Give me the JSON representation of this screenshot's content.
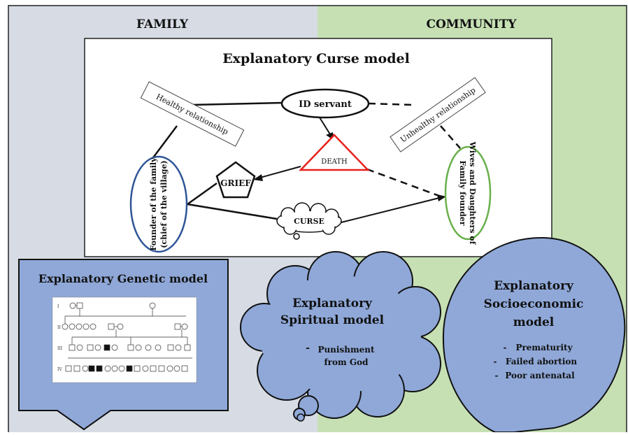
{
  "regions": {
    "family_label": "FAMILY",
    "community_label": "COMMUNITY"
  },
  "curse_model": {
    "title": "Explanatory Curse model",
    "nodes": {
      "id_servant": "ID servant",
      "death": "DEATH",
      "grief": "GRIEF",
      "curse": "CURSE",
      "founder_line1": "Founder of the family",
      "founder_line2": "(chief of the village)",
      "wives_line1": "Wives and Daughters of",
      "wives_line2": "Family founder"
    },
    "relationships": {
      "healthy": "Healthy relationship",
      "unhealthy": "Unhealthy relationship"
    }
  },
  "genetic_model": {
    "title": "Explanatory Genetic model",
    "generations": [
      "I",
      "II",
      "III",
      "IV"
    ]
  },
  "spiritual_model": {
    "title_line1": "Explanatory",
    "title_line2": "Spiritual model",
    "items": [
      {
        "bullet": "-",
        "line1": "Punishment",
        "line2": "from God"
      }
    ]
  },
  "socioeconomic_model": {
    "title_line1": "Explanatory",
    "title_line2": "Socioeconomic",
    "title_line3": "model",
    "items": [
      {
        "bullet": "-",
        "label": "Prematurity"
      },
      {
        "bullet": "-",
        "label": "Failed abortion"
      },
      {
        "bullet": "-",
        "label": "Poor antenatal"
      }
    ]
  },
  "colors": {
    "family_bg": "#d6dbe4",
    "community_bg": "#c6e0b4",
    "model_fill": "#8fa8d8",
    "death_stroke": "#e8201c",
    "founder_stroke": "#2f5597",
    "wives_stroke": "#6ab04c"
  }
}
